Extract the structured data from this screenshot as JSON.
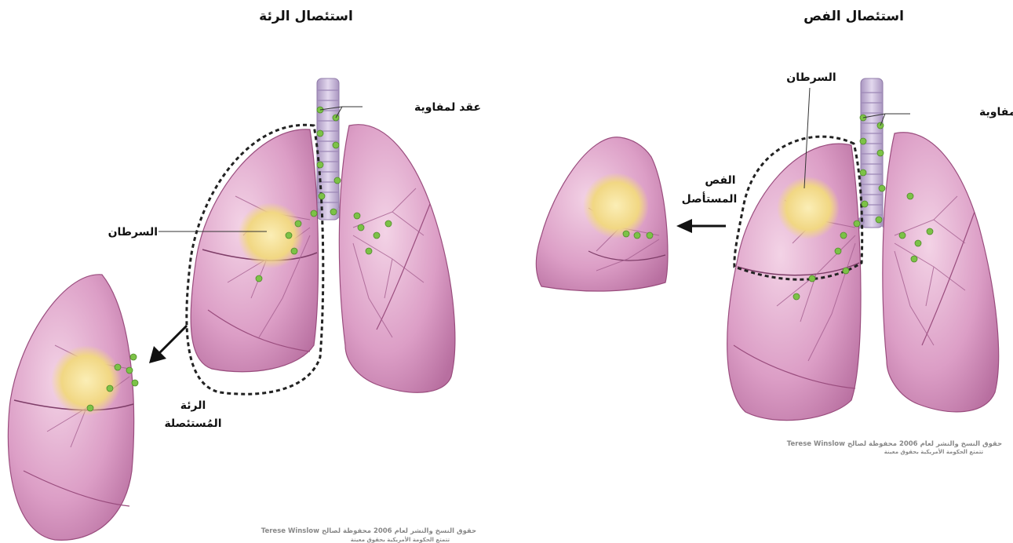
{
  "panels": {
    "pneumonectomy": {
      "title": "استئصال الرئة",
      "lymph_nodes_label": "عقد لمفاوية",
      "cancer_label": "السرطان",
      "removed_lung_line1": "الرئة",
      "removed_lung_line2": "المُستئصلة",
      "copyright_line1": "حقوق النسخ والنشر لعام 2006 محفوظة لصالح Terese Winslow",
      "copyright_line2": "تتمتع الحكومة الأمريكية بحقوق معينة"
    },
    "lobectomy": {
      "title": "استئصال الفص",
      "cancer_label": "السرطان",
      "lymph_nodes_label": "عقد لمفاوية",
      "removed_lobe_line1": "الفص",
      "removed_lobe_line2": "المستأصل",
      "copyright_line1": "حقوق النسخ والنشر لعام 2006 محفوظة لصالح Terese Winslow",
      "copyright_line2": "تتمتع الحكومة الأمريكية بحقوق معينة"
    }
  },
  "colors": {
    "lung_fill": "#dc9ec6",
    "lung_stroke": "#9a4d7e",
    "trachea": "#c8b6d8",
    "tumor": "#f3dc8e",
    "lymph_node": "#7cc247",
    "label_text": "#111111",
    "copyright_text": "#888888"
  },
  "icons": [
    "arrow-icon",
    "lymph-node-icon",
    "tumor-icon"
  ]
}
